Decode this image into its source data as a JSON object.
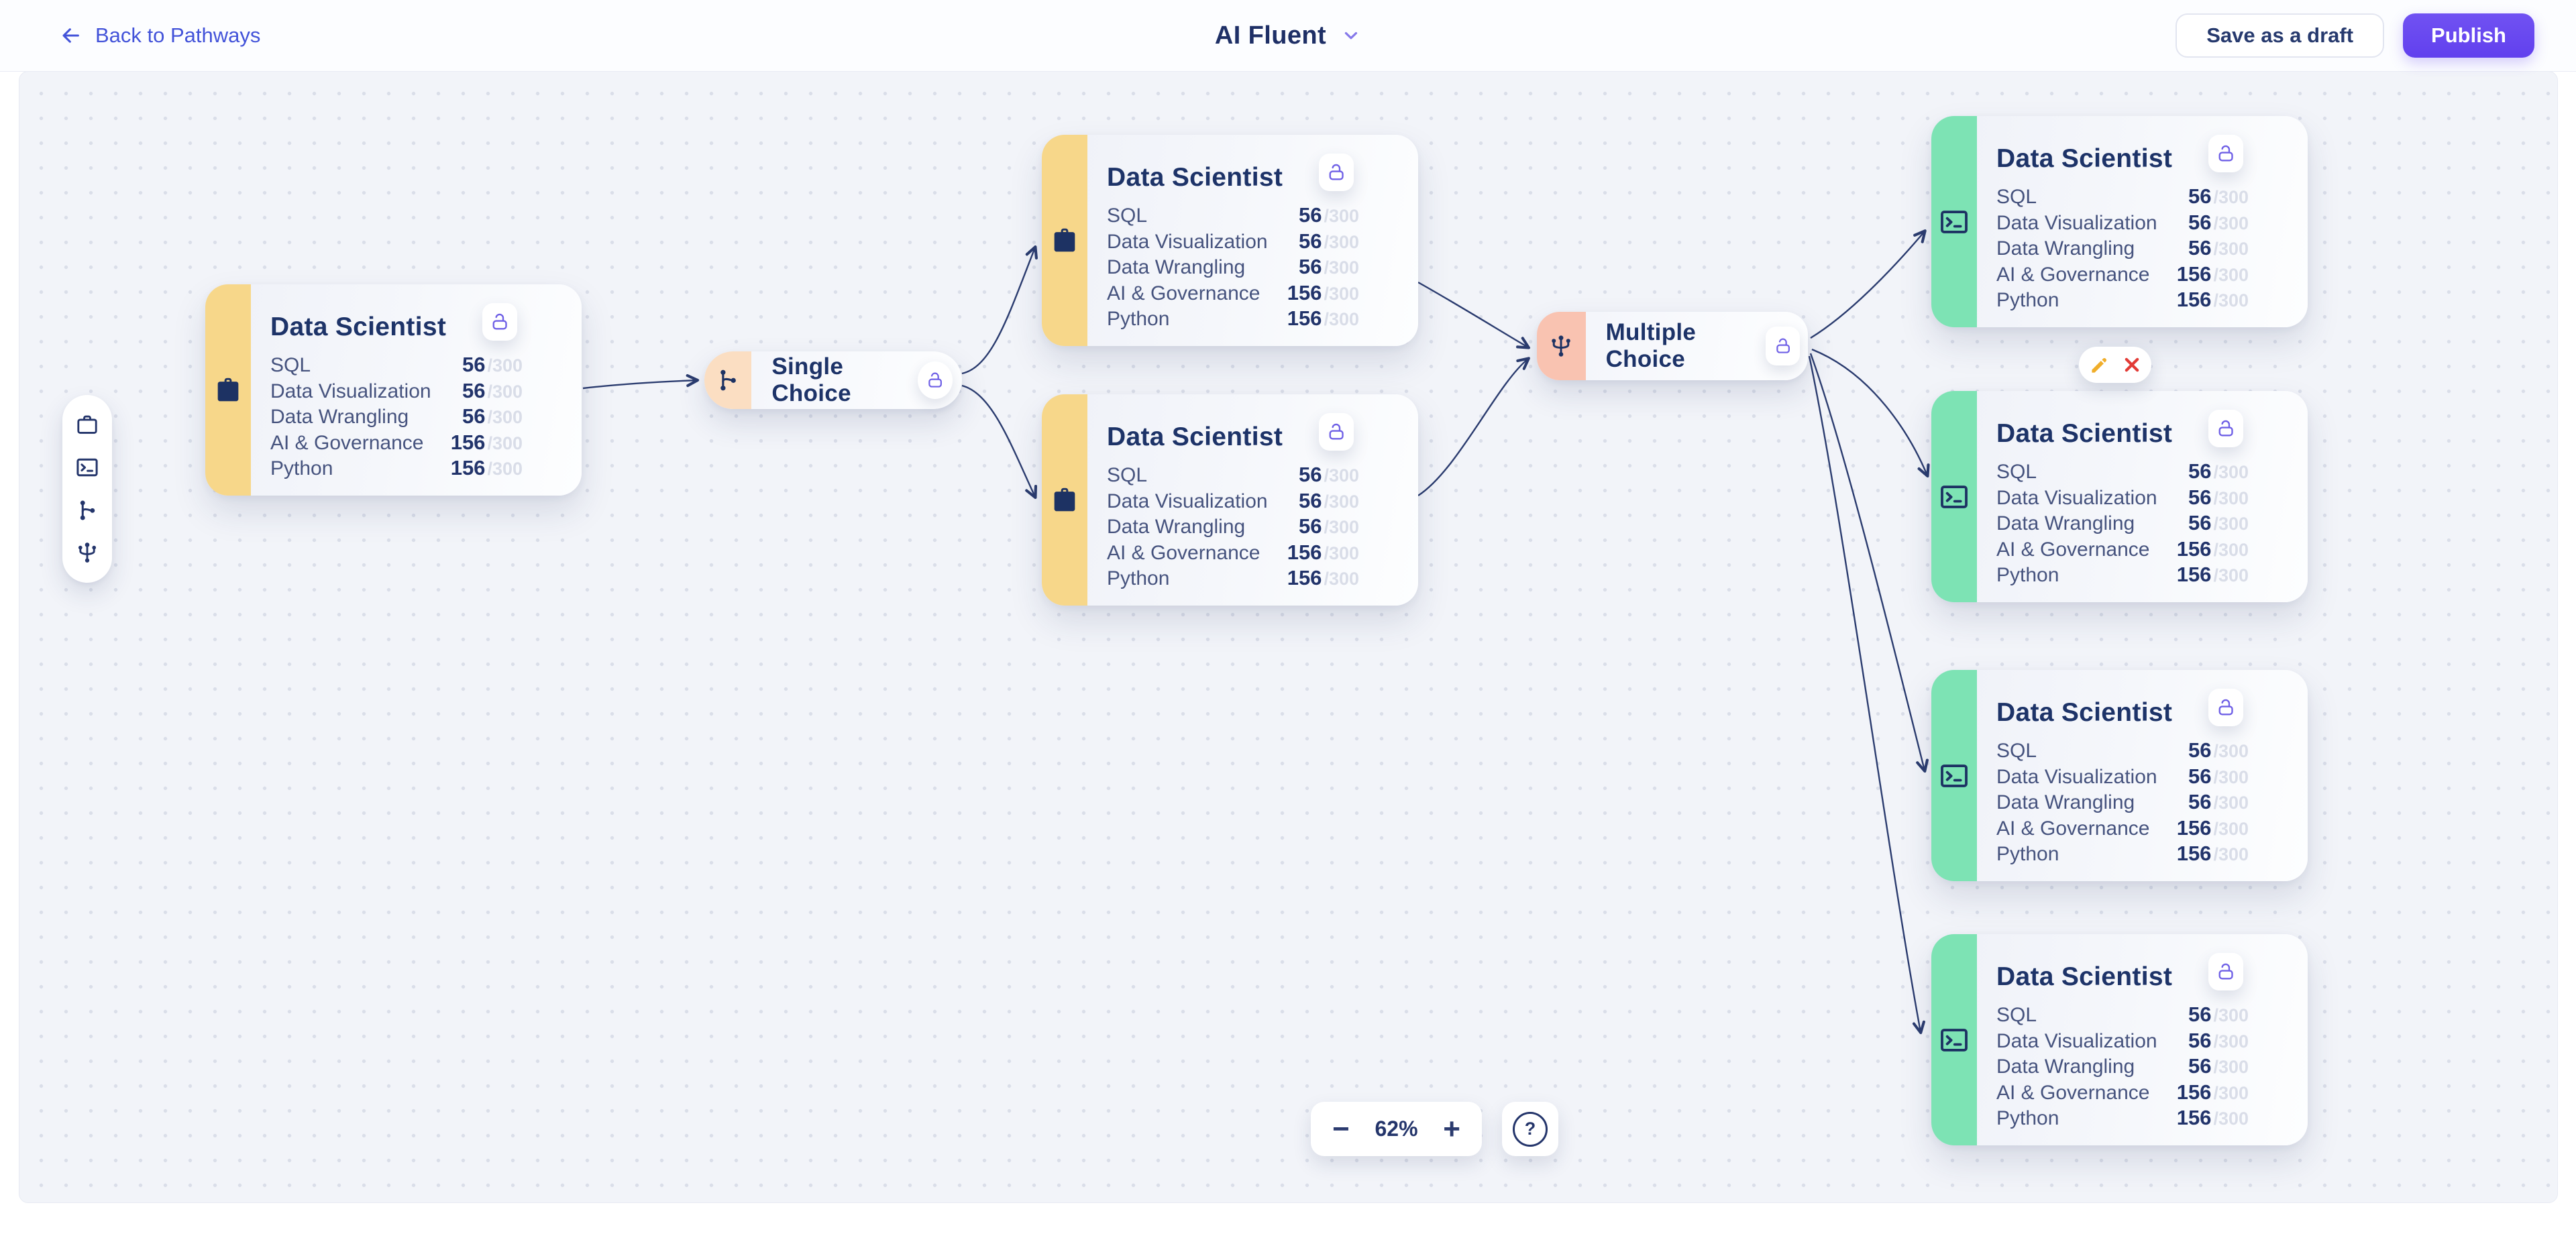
{
  "header": {
    "back": "Back to Pathways",
    "title": "AI Fluent",
    "save_draft": "Save as a draft",
    "publish": "Publish"
  },
  "palette": {
    "items": [
      {
        "icon": "briefcase-icon"
      },
      {
        "icon": "terminal-icon"
      },
      {
        "icon": "single-choice-branch-icon"
      },
      {
        "icon": "multiple-choice-fork-icon"
      }
    ]
  },
  "choice_nodes": {
    "single": {
      "label": "Single Choice"
    },
    "multiple": {
      "label": "Multiple Choice"
    }
  },
  "cards": [
    {
      "title": "Data Scientist",
      "variant": "job",
      "skills": [
        {
          "label": "SQL",
          "value": "56",
          "max": "/300"
        },
        {
          "label": "Data Visualization",
          "value": "56",
          "max": "/300"
        },
        {
          "label": "Data Wrangling",
          "value": "56",
          "max": "/300"
        },
        {
          "label": "AI & Governance",
          "value": "156",
          "max": "/300"
        },
        {
          "label": "Python",
          "value": "156",
          "max": "/300"
        }
      ]
    },
    {
      "title": "Data Scientist",
      "variant": "job",
      "skills": [
        {
          "label": "SQL",
          "value": "56",
          "max": "/300"
        },
        {
          "label": "Data Visualization",
          "value": "56",
          "max": "/300"
        },
        {
          "label": "Data Wrangling",
          "value": "56",
          "max": "/300"
        },
        {
          "label": "AI & Governance",
          "value": "156",
          "max": "/300"
        },
        {
          "label": "Python",
          "value": "156",
          "max": "/300"
        }
      ]
    },
    {
      "title": "Data Scientist",
      "variant": "job",
      "skills": [
        {
          "label": "SQL",
          "value": "56",
          "max": "/300"
        },
        {
          "label": "Data Visualization",
          "value": "56",
          "max": "/300"
        },
        {
          "label": "Data Wrangling",
          "value": "56",
          "max": "/300"
        },
        {
          "label": "AI & Governance",
          "value": "156",
          "max": "/300"
        },
        {
          "label": "Python",
          "value": "156",
          "max": "/300"
        }
      ]
    },
    {
      "title": "Data Scientist",
      "variant": "course",
      "skills": [
        {
          "label": "SQL",
          "value": "56",
          "max": "/300"
        },
        {
          "label": "Data Visualization",
          "value": "56",
          "max": "/300"
        },
        {
          "label": "Data Wrangling",
          "value": "56",
          "max": "/300"
        },
        {
          "label": "AI & Governance",
          "value": "156",
          "max": "/300"
        },
        {
          "label": "Python",
          "value": "156",
          "max": "/300"
        }
      ]
    },
    {
      "title": "Data Scientist",
      "variant": "course",
      "skills": [
        {
          "label": "SQL",
          "value": "56",
          "max": "/300"
        },
        {
          "label": "Data Visualization",
          "value": "56",
          "max": "/300"
        },
        {
          "label": "Data Wrangling",
          "value": "56",
          "max": "/300"
        },
        {
          "label": "AI & Governance",
          "value": "156",
          "max": "/300"
        },
        {
          "label": "Python",
          "value": "156",
          "max": "/300"
        }
      ]
    },
    {
      "title": "Data Scientist",
      "variant": "course",
      "skills": [
        {
          "label": "SQL",
          "value": "56",
          "max": "/300"
        },
        {
          "label": "Data Visualization",
          "value": "56",
          "max": "/300"
        },
        {
          "label": "Data Wrangling",
          "value": "56",
          "max": "/300"
        },
        {
          "label": "AI & Governance",
          "value": "156",
          "max": "/300"
        },
        {
          "label": "Python",
          "value": "156",
          "max": "/300"
        }
      ]
    },
    {
      "title": "Data Scientist",
      "variant": "course",
      "skills": [
        {
          "label": "SQL",
          "value": "56",
          "max": "/300"
        },
        {
          "label": "Data Visualization",
          "value": "56",
          "max": "/300"
        },
        {
          "label": "Data Wrangling",
          "value": "56",
          "max": "/300"
        },
        {
          "label": "AI & Governance",
          "value": "156",
          "max": "/300"
        },
        {
          "label": "Python",
          "value": "156",
          "max": "/300"
        }
      ]
    }
  ],
  "zoom": {
    "out": "−",
    "level": "62%",
    "in": "+",
    "help": "?"
  },
  "colors": {
    "accent_purple": "#6A4CF0",
    "link_blue": "#4353D9",
    "navy": "#24356B",
    "job_yellow": "#F7D78A",
    "single_choice_peach": "#FBDEC2",
    "multiple_choice_salmon": "#F9C3B1",
    "course_green": "#7DE3B4",
    "lock_purple": "#6F60E6",
    "edit_yellow": "#F0AE2B",
    "delete_red": "#E23B36"
  }
}
